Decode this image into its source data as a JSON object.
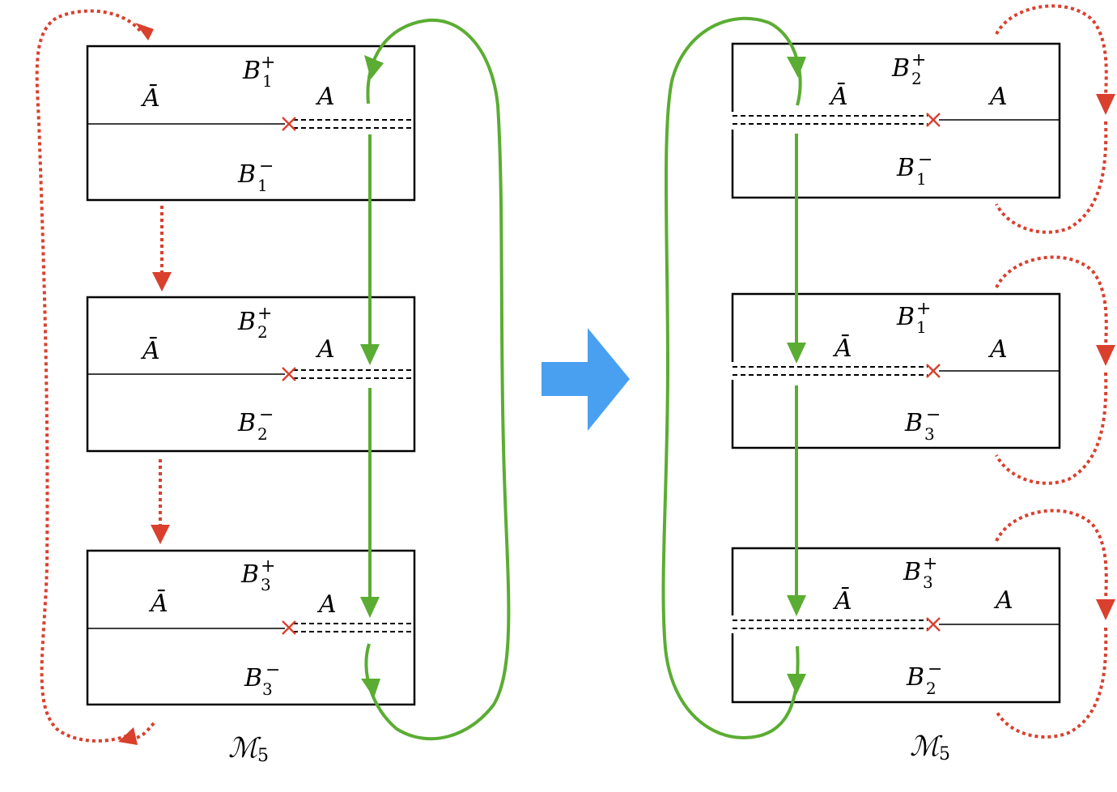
{
  "colors": {
    "red_arrow": "#d9402e",
    "green_arrow": "#5aad32",
    "blue_arrow": "#4aa0f0",
    "box": "#000000"
  },
  "left_panel": {
    "caption": "ℳ",
    "caption_sub": "5",
    "boxes": [
      {
        "abar": "Ā",
        "a": "A",
        "top": "B",
        "top_sub": "1",
        "top_sup": "+",
        "bottom": "B",
        "bottom_sub": "1",
        "bottom_sup": "−"
      },
      {
        "abar": "Ā",
        "a": "A",
        "top": "B",
        "top_sub": "2",
        "top_sup": "+",
        "bottom": "B",
        "bottom_sub": "2",
        "bottom_sup": "−"
      },
      {
        "abar": "Ā",
        "a": "A",
        "top": "B",
        "top_sub": "3",
        "top_sup": "+",
        "bottom": "B",
        "bottom_sub": "3",
        "bottom_sup": "−"
      }
    ]
  },
  "right_panel": {
    "caption": "ℳ",
    "caption_sub": "5",
    "boxes": [
      {
        "abar": "Ā",
        "a": "A",
        "top": "B",
        "top_sub": "2",
        "top_sup": "+",
        "bottom": "B",
        "bottom_sub": "1",
        "bottom_sup": "−"
      },
      {
        "abar": "Ā",
        "a": "A",
        "top": "B",
        "top_sub": "1",
        "top_sup": "+",
        "bottom": "B",
        "bottom_sub": "3",
        "bottom_sup": "−"
      },
      {
        "abar": "Ā",
        "a": "A",
        "top": "B",
        "top_sub": "3",
        "top_sup": "+",
        "bottom": "B",
        "bottom_sub": "2",
        "bottom_sup": "−"
      }
    ]
  }
}
